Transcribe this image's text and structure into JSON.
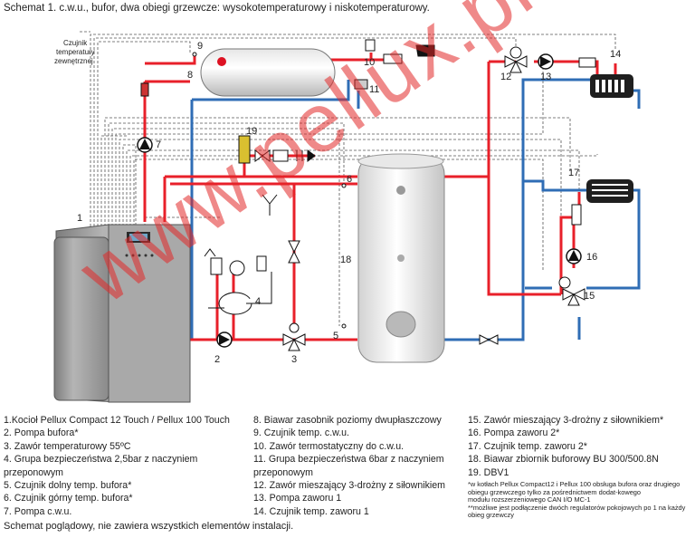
{
  "title": "Schemat 1. c.w.u., bufor, dwa obiegi grzewcze: wysokotemperaturowy  i niskotemperaturowy.",
  "sensor_label": [
    "Czujnik",
    "temperatury",
    "zewnętrznej"
  ],
  "callouts": [
    "1",
    "2",
    "3",
    "4",
    "5",
    "6",
    "7",
    "8",
    "9",
    "10",
    "11",
    "12",
    "13",
    "14",
    "15",
    "16",
    "17",
    "18",
    "19"
  ],
  "legend": {
    "col1": [
      "1.Kocioł Pellux Compact 12 Touch / Pellux 100 Touch",
      "2. Pompa bufora*",
      "3. Zawór temperaturowy 55ºC",
      "4. Grupa bezpieczeństwa 2,5bar z naczyniem przeponowym",
      "5. Czujnik dolny temp. bufora*",
      "6. Czujnik górny temp. bufora*",
      "7. Pompa c.w.u."
    ],
    "col2": [
      "8. Biawar zasobnik poziomy dwupłaszczowy",
      "9. Czujnik temp. c.w.u.",
      "10. Zawór termostatyczny do c.w.u.",
      "11. Grupa bezpieczeństwa 6bar z naczyniem przeponowym",
      "12. Zawór mieszający 3-drożny z siłownikiem",
      "13. Pompa zaworu 1",
      "14. Czujnik temp. zaworu 1"
    ],
    "col3": [
      "15. Zawór mieszający 3-drożny z siłownikiem*",
      "16. Pompa zaworu 2*",
      "17. Czujnik temp. zaworu 2*",
      "18. Biawar zbiornik buforowy BU 300/500.8N",
      "19. DBV1"
    ]
  },
  "notes": [
    "*w kotłach Pellux Compact12 i Pellux 100 obsługa bufora oraz drugiego obiegu grzewczego tylko za pośrednictwem dodat-kowego",
    "modułu rozszerzeniowego CAN I/O MC-1",
    "**możliwe jest podłączenie dwóch regulatorów pokojowych po 1 na każdy obieg grzewczy"
  ],
  "footer": "Schemat poglądowy, nie zawiera wszystkich elementów instalacji.",
  "watermark": "www.pellux.pl",
  "colors": {
    "hot": "#e8202a",
    "cold": "#2f6db5",
    "signal": "#555555",
    "watermark": "#e22828"
  }
}
